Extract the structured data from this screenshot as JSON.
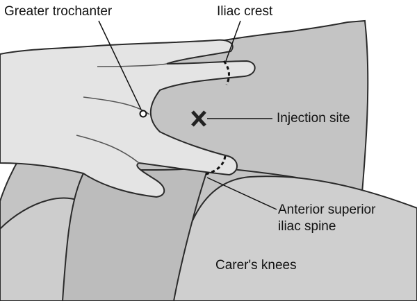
{
  "labels": {
    "greater_trochanter": "Greater trochanter",
    "iliac_crest": "Iliac crest",
    "injection_site": "Injection site",
    "asis_line1": "Anterior superior",
    "asis_line2": "iliac spine",
    "carers_knees": "Carer's knees"
  },
  "colors": {
    "skin_dark": "#bdbdbd",
    "skin_light": "#e6e6e6",
    "outline": "#2a2a2a",
    "marker": "#222222"
  }
}
